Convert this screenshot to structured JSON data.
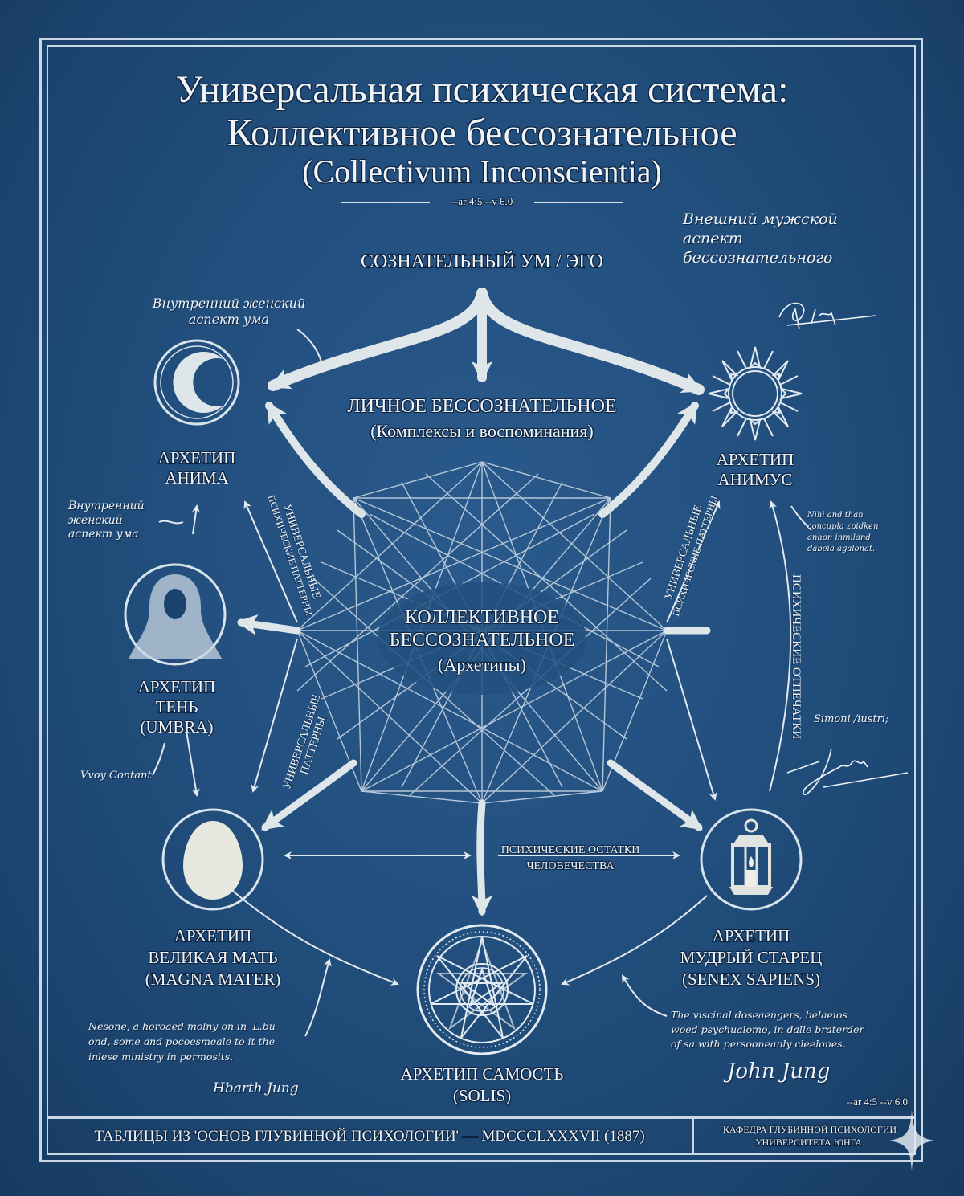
{
  "title": {
    "line1": "Универсальная психическая система:",
    "line2": "Коллективное бессознательное",
    "line3": "(Collectivum Inconscientia)",
    "version_tag": "--ar 4:5 --v 6.0"
  },
  "nodes": {
    "ego": {
      "label": "СОЗНАТЕЛЬНЫЙ УМ / ЭГО"
    },
    "personal_unconscious": {
      "label": "ЛИЧНОЕ БЕССОЗНАТЕЛЬНОЕ",
      "sublabel": "(Комплексы и воспоминания)"
    },
    "collective_unconscious": {
      "line1": "КОЛЛЕКТИВНОЕ",
      "line2": "БЕССОЗНАТЕЛЬНОЕ",
      "line3": "(Архетипы)"
    },
    "anima": {
      "line1": "АРХЕТИП",
      "line2": "АНИМА",
      "icon": "crescent-moon-icon"
    },
    "animus": {
      "line1": "АРХЕТИП",
      "line2": "АНИМУС",
      "icon": "sun-icon"
    },
    "shadow": {
      "line1": "АРХЕТИП",
      "line2": "ТЕНЬ",
      "line3": "(UMBRA)",
      "icon": "hooded-figure-icon"
    },
    "great_mother": {
      "line1": "АРХЕТИП",
      "line2": "ВЕЛИКАЯ МАТЬ",
      "line3": "(MAGNA MATER)",
      "icon": "egg-icon"
    },
    "wise_old_man": {
      "line1": "АРХЕТИП",
      "line2": "МУДРЫЙ СТАРЕЦ",
      "line3": "(SENEX SAPIENS)",
      "icon": "lantern-icon"
    },
    "self": {
      "line1": "АРХЕТИП САМОСТЬ",
      "line2": "(SOLIS)",
      "icon": "star-mandala-icon"
    }
  },
  "edge_labels": {
    "left_upper_1": "УНИВЕРСАЛЬНЫЕ",
    "left_upper_2": "ПСИХИЧЕСКИЕ ПАТТЕРНЫ",
    "left_lower_1": "УНИВЕРСАЛЬНЫЕ",
    "left_lower_2": "ПАТТЕРНЫ",
    "right_upper_1": "УНИВЕРСАЛЬНЫЕ",
    "right_upper_2": "ПСИХИЧЕСКИЕ ПАТТЕРНЫ",
    "right_arc": "ПСИХИЧЕСКИЕ ОТПЕЧАТКИ",
    "bottom_1": "ПСИХИЧЕСКИЕ ОСТАТКИ",
    "bottom_2": "ЧЕЛОВЕЧЕСТВА"
  },
  "annotations": {
    "top_right": [
      "Внешний мужской",
      "аспект",
      "бессознательного"
    ],
    "top_left": [
      "Внутренний женский",
      "аспект ума"
    ],
    "mid_left": [
      "Внутренний",
      "женский",
      "аспект ума"
    ],
    "animus_note": [
      "Nihi and than",
      "concupla zpidken",
      "anhon inmiland",
      "dabeia agalonat."
    ],
    "right_sig": "Simoni /iustri;",
    "shadow_sig": "Vvoy Contant",
    "bottom_left": [
      "Nesone, a horoaed molny on in 'L.bu",
      "ond, some and pocoesmeale to it the",
      "inlese ministry in permosits."
    ],
    "bottom_left_sig": "Hbarth Jung",
    "bottom_right": [
      "The viscinal doseaengers, belaeios",
      "woed psychualomo, in dalle braterder",
      "of sa with persooneanly cleelones."
    ],
    "bottom_right_sig": "John Jung"
  },
  "footer": {
    "left": "ТАБЛИЦЫ ИЗ 'ОСНОВ ГЛУБИННОЙ ПСИХОЛОГИИ' — MDCCCLXXXVII (1887)",
    "right_line1": "КАФЕДРА ГЛУБИННОЙ ПСИХОЛОГИИ",
    "right_line2": "УНИВЕРСИТЕТА ЮНГА.",
    "version_tag": "--ar 4:5 --v 6.0"
  },
  "colors": {
    "background": "#224f7e",
    "ink": "#eef3f7",
    "line": "#d9e3ec",
    "shadow": "#0d2440"
  }
}
